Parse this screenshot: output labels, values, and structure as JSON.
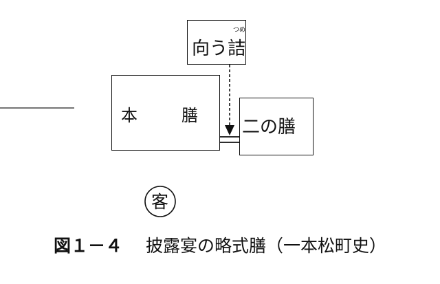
{
  "diagram": {
    "mukozume": {
      "label": "向う詰",
      "ruby": "つめ"
    },
    "honzen": {
      "label_left": "本",
      "label_right": "膳"
    },
    "ninozen": {
      "label": "二の膳"
    },
    "guest": {
      "label": "客"
    }
  },
  "caption": {
    "figure_number": "図１－４",
    "title": "披露宴の略式膳（一本松町史）"
  }
}
